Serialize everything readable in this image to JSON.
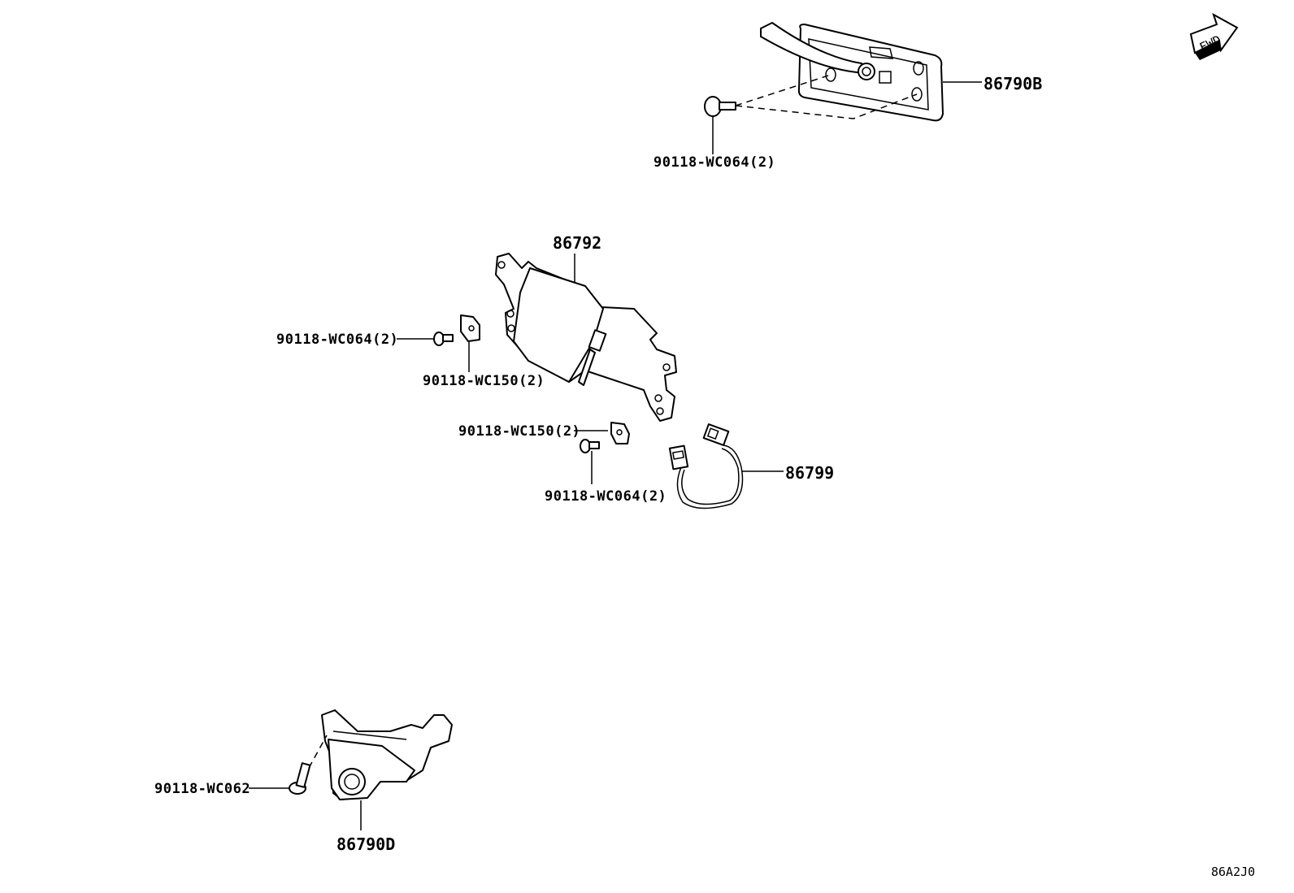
{
  "labels": {
    "p86790b": "86790B",
    "p86792": "86792",
    "p86799": "86799",
    "p86790d": "86790D",
    "clip_top": "90118-WC064(2)",
    "clip_left": "90118-WC064(2)",
    "nut_left": "90118-WC150(2)",
    "nut_mid": "90118-WC150(2)",
    "clip_mid": "90118-WC064(2)",
    "clip_bottom": "90118-WC062",
    "fwd": "FWD",
    "diagram_code": "86A2J0"
  }
}
